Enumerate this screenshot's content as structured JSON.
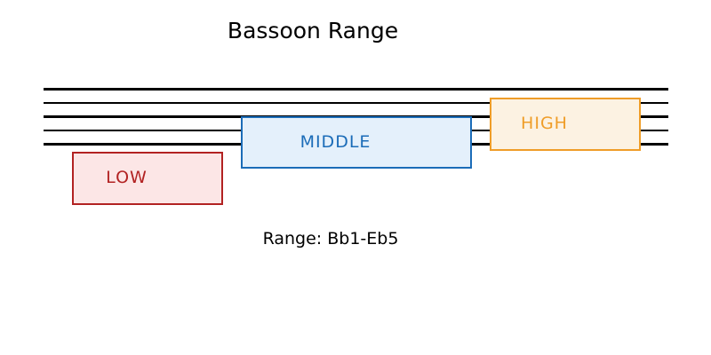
{
  "title": "Bassoon Range",
  "caption": "Range: Bb1-Eb5",
  "staff": {
    "lines": 5,
    "line_color": "#000000"
  },
  "registers": [
    {
      "name": "low",
      "label": "LOW",
      "border_color": "#B22222",
      "fill_color": "#FCE6E6",
      "text_color": "#B22222"
    },
    {
      "name": "middle",
      "label": "MIDDLE",
      "border_color": "#1B6CB8",
      "fill_color": "#E4F0FB",
      "text_color": "#1B6CB8"
    },
    {
      "name": "high",
      "label": "HIGH",
      "border_color": "#EF9D28",
      "fill_color": "#FCF2E2",
      "text_color": "#EF9D28"
    }
  ]
}
